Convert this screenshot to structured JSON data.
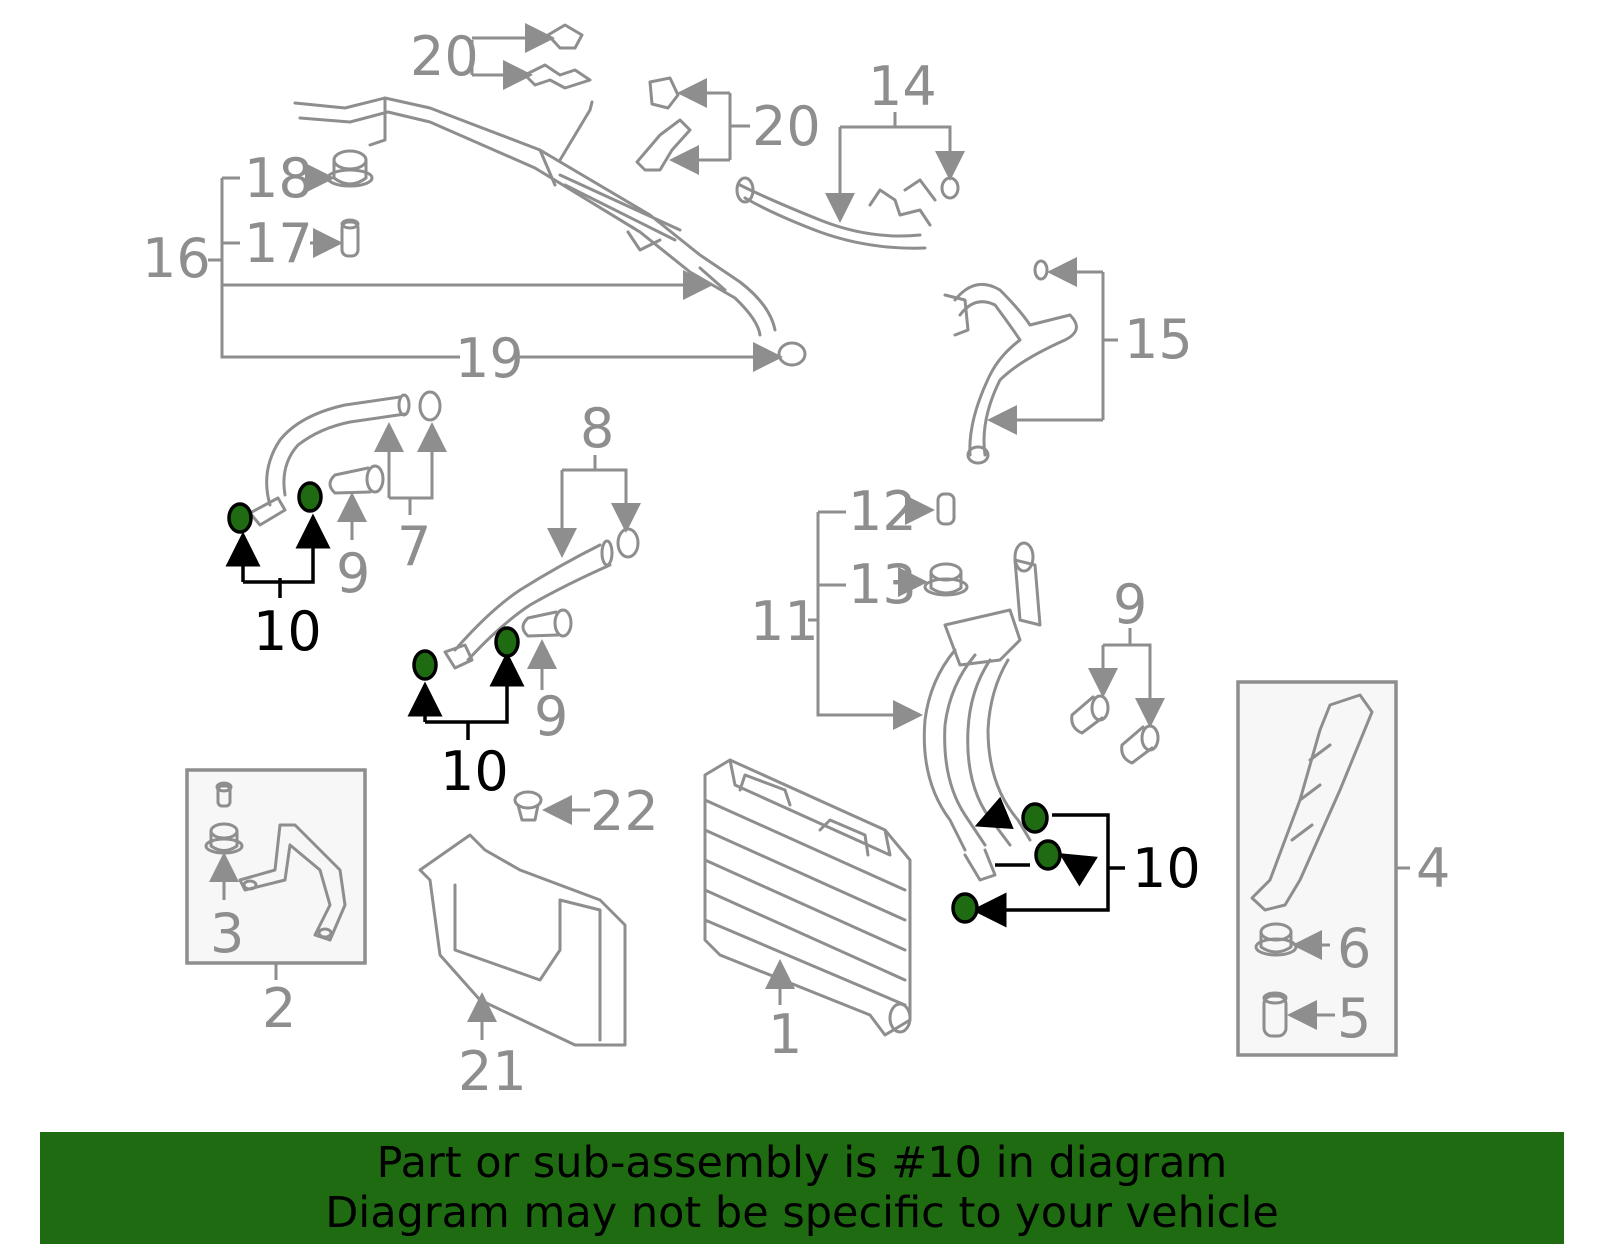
{
  "colors": {
    "part_line": "#8e8e8e",
    "highlight": "#1f6b12",
    "leader_active": "#000000"
  },
  "callouts": {
    "c1": "1",
    "c2": "2",
    "c3": "3",
    "c4": "4",
    "c5": "5",
    "c6": "6",
    "c7": "7",
    "c8": "8",
    "c9a": "9",
    "c9b": "9",
    "c9c": "9",
    "c10a": "10",
    "c10b": "10",
    "c10c": "10",
    "c11": "11",
    "c12": "12",
    "c13": "13",
    "c14": "14",
    "c15": "15",
    "c16": "16",
    "c17": "17",
    "c18": "18",
    "c19": "19",
    "c20a": "20",
    "c20b": "20",
    "c21": "21",
    "c22": "22"
  },
  "banner": {
    "line1": "Part or sub-assembly is #10 in diagram",
    "line2": "Diagram may not be specific to your vehicle"
  }
}
